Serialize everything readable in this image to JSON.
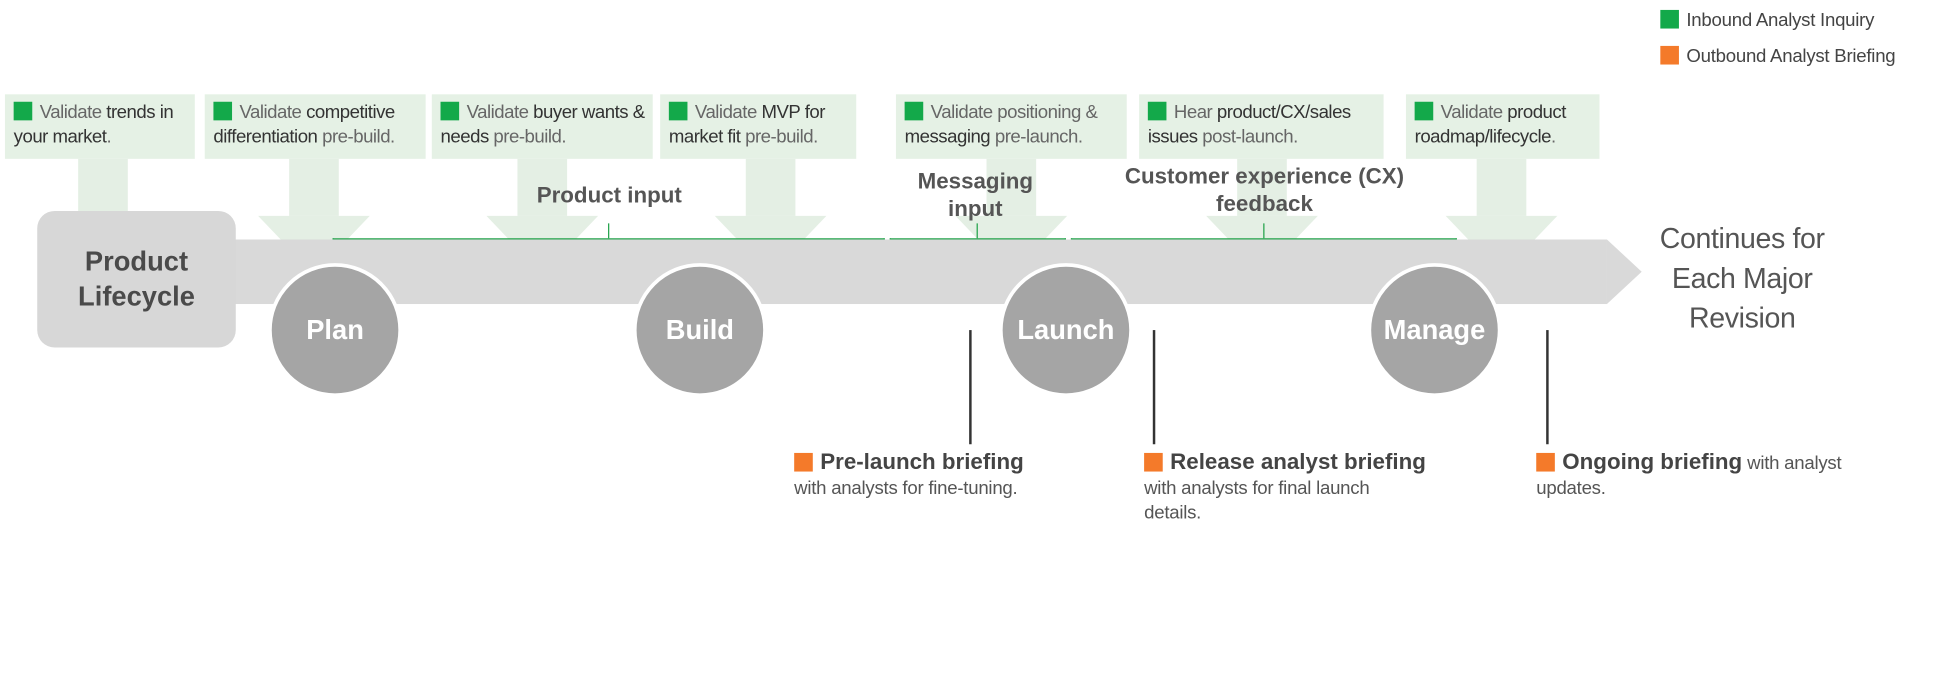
{
  "legend": [
    {
      "label": "Inbound Analyst Inquiry",
      "color": "#13a94a"
    },
    {
      "label": "Outbound Analyst Briefing",
      "color": "#f47a2a"
    }
  ],
  "callouts": [
    {
      "pre": "Validate ",
      "bold": "trends in your market",
      "post": "."
    },
    {
      "pre": "Validate ",
      "bold": "competitive differentiation",
      "post": " pre-build."
    },
    {
      "pre": "Validate ",
      "bold": "buyer wants & needs",
      "post": " pre-build."
    },
    {
      "pre": "Validate ",
      "bold": "MVP for market fit",
      "post": " pre-build."
    },
    {
      "pre": "Validate positioning & ",
      "bold": "messaging",
      "post": " pre-launch."
    },
    {
      "pre": "Hear ",
      "bold": "product/CX/sales issues",
      "post": " post-launch."
    },
    {
      "pre": "Validate ",
      "bold": "product roadmap/lifecycle",
      "post": "."
    }
  ],
  "groups": {
    "product_input": "Product input",
    "messaging_input": "Messaging input",
    "cx_feedback": "Customer experience (CX) feedback"
  },
  "lifecycle_label": "Product Lifecycle",
  "stages": [
    "Plan",
    "Build",
    "Launch",
    "Manage"
  ],
  "continues_label": "Continues for Each Major Revision",
  "briefings": [
    {
      "title": "Pre-launch briefing",
      "text": "with analysts for fine-tuning."
    },
    {
      "title": "Release analyst briefing",
      "text": "with analysts for final launch details."
    },
    {
      "title": "Ongoing briefing",
      "text": " with analyst updates."
    }
  ]
}
